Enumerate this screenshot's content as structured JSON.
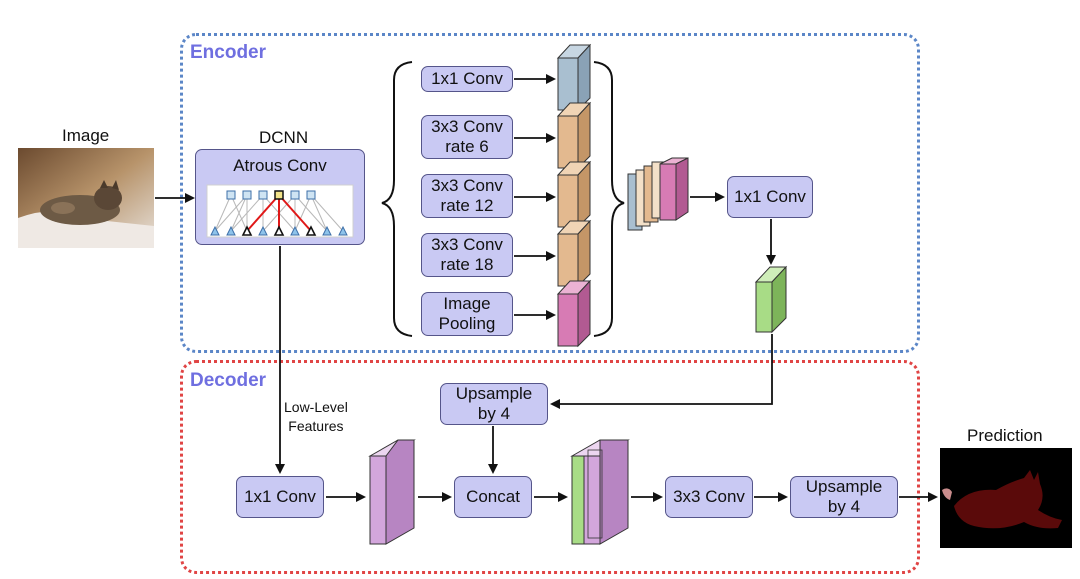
{
  "encoder": {
    "title": "Encoder",
    "dcnn_label": "DCNN",
    "atrous_label": "Atrous Conv",
    "branches": [
      {
        "lines": [
          "1x1 Conv"
        ],
        "color": "#a9bfd0"
      },
      {
        "lines": [
          "3x3 Conv",
          "rate 6"
        ],
        "color": "#e3b98f"
      },
      {
        "lines": [
          "3x3 Conv",
          "rate 12"
        ],
        "color": "#e3b98f"
      },
      {
        "lines": [
          "3x3 Conv",
          "rate 18"
        ],
        "color": "#e3b98f"
      },
      {
        "lines": [
          "Image",
          "Pooling"
        ],
        "color": "#d77bb4"
      }
    ],
    "conv_1x1": "1x1 Conv"
  },
  "decoder": {
    "title": "Decoder",
    "low_level_features": [
      "Low-Level",
      "Features"
    ],
    "upsample_top": [
      "Upsample",
      "by 4"
    ],
    "conv_1x1": "1x1 Conv",
    "concat": "Concat",
    "conv_3x3": "3x3 Conv",
    "upsample_final": [
      "Upsample",
      "by 4"
    ]
  },
  "input_label": "Image",
  "output_label": "Prediction",
  "colors": {
    "encoder_border": "#5b86c7",
    "decoder_border": "#e04545",
    "section_title": "#6f6fe0",
    "box_fill": "#c9c9f3",
    "green_block": "#a8dc86",
    "violet_block": "#d3a6dc",
    "pink_block": "#d77bb4"
  }
}
